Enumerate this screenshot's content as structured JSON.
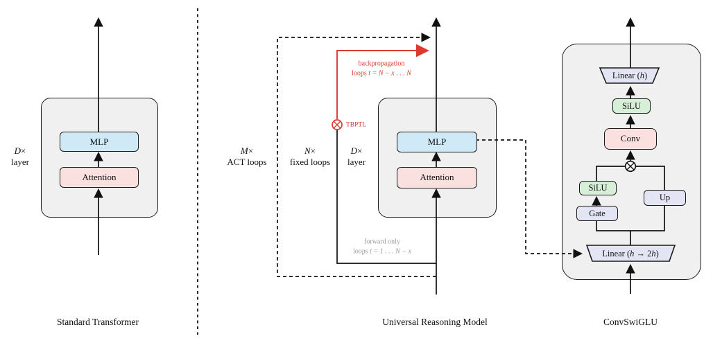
{
  "colors": {
    "panel_fill": "#f0f0f0",
    "stroke": "#1a1a1a",
    "mlp_blue": "#cfe9f6",
    "attention_pink": "#fbe0e0",
    "silu_green": "#d7eed7",
    "linear_lavender": "#e4e5f4",
    "accent_red": "#dd3a2e",
    "muted_gray": "#9a9a9a"
  },
  "panels": {
    "standard_transformer": {
      "caption": "Standard Transformer",
      "side_label": {
        "var": "D",
        "times": "×",
        "line2": "layer"
      },
      "blocks": {
        "mlp": "MLP",
        "attention": "Attention"
      }
    },
    "universal_reasoning_model": {
      "caption": "Universal Reasoning Model",
      "act_label": {
        "var": "M",
        "times": "×",
        "line2": "ACT loops"
      },
      "fixed_label": {
        "var": "N",
        "times": "×",
        "line2": "fixed loops"
      },
      "layer_label": {
        "var": "D",
        "times": "×",
        "line2": "layer"
      },
      "backprop": {
        "title": "backpropagation",
        "word": "loops ",
        "eq": "t = N − x . . . N"
      },
      "tbptl": "TBPTL",
      "forward": {
        "title": "forward only",
        "word": "loops ",
        "eq": "t = 1 . . . N − x"
      },
      "blocks": {
        "mlp": "MLP",
        "attention": "Attention"
      }
    },
    "convswiglu": {
      "caption": "ConvSwiGLU",
      "blocks": {
        "linear_top": {
          "pre": "Linear (",
          "v": "h",
          "post": ")"
        },
        "silu_top": "SiLU",
        "conv": "Conv",
        "silu_gate": "SiLU",
        "gate": "Gate",
        "up": "Up",
        "linear_bottom": {
          "pre": "Linear (",
          "v1": "h",
          "mid": " → 2",
          "v2": "h",
          "post": ")"
        }
      }
    }
  }
}
